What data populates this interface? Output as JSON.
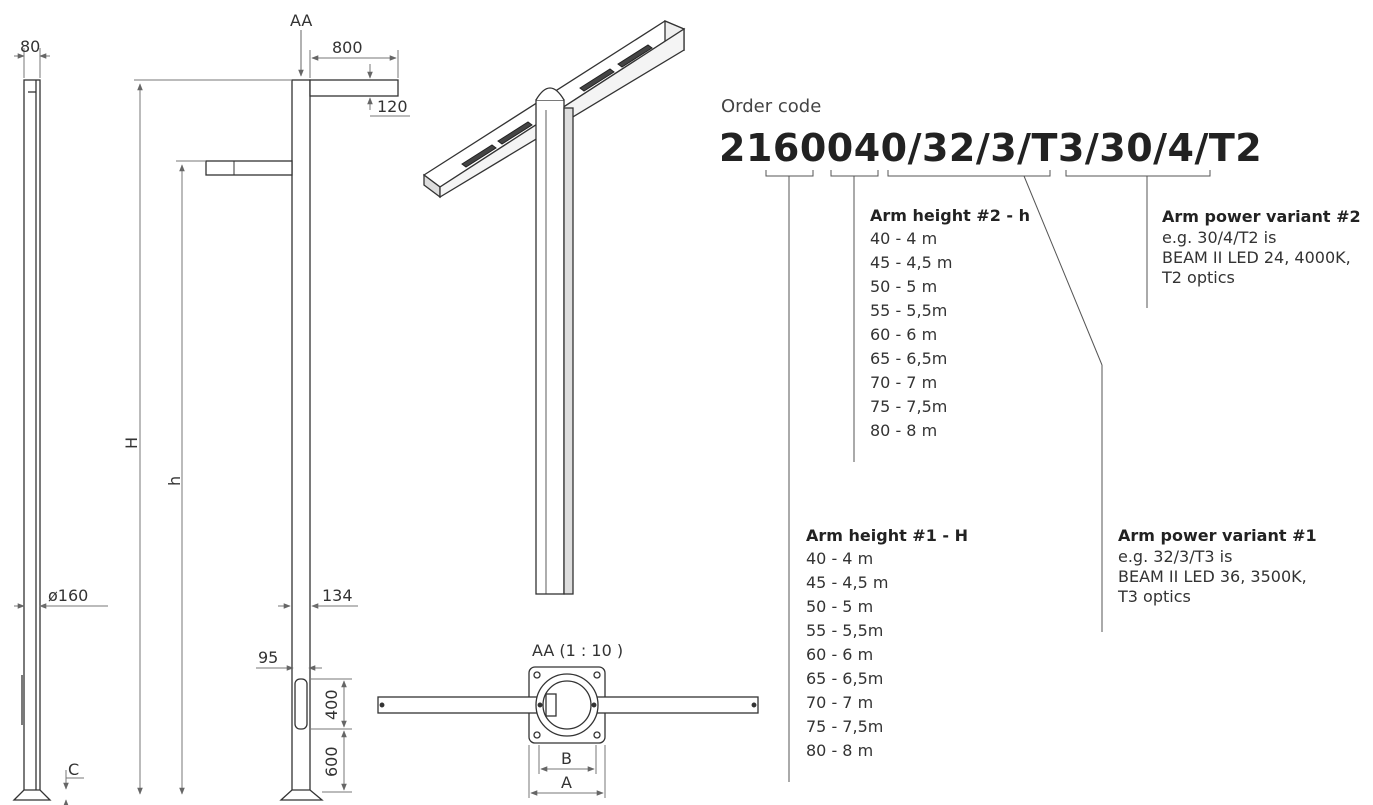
{
  "order": {
    "label": "Order code",
    "code": "2160040/32/3/T3/30/4/T2"
  },
  "dims": {
    "d80": "80",
    "aa": "AA",
    "d800": "800",
    "d120": "120",
    "H": "H",
    "h": "h",
    "dia160": "ø160",
    "d134": "134",
    "d95": "95",
    "d400": "400",
    "d600": "600",
    "C": "C",
    "section": "AA (1 : 10 )",
    "B": "B",
    "A": "A"
  },
  "arm2": {
    "title": "Arm height #2 - h",
    "items": [
      "40 - 4 m",
      "45 - 4,5 m",
      "50 - 5 m",
      "55 - 5,5m",
      "60 - 6 m",
      "65 - 6,5m",
      "70 - 7 m",
      "75 - 7,5m",
      "80 - 8 m"
    ]
  },
  "arm1": {
    "title": "Arm height #1 - H",
    "items": [
      "40 - 4 m",
      "45 - 4,5 m",
      "50 - 5 m",
      "55 - 5,5m",
      "60 - 6 m",
      "65 - 6,5m",
      "70 - 7 m",
      "75 - 7,5m",
      "80 - 8 m"
    ]
  },
  "power2": {
    "title": "Arm power variant #2",
    "lines": [
      "e.g. 30/4/T2 is",
      "BEAM II LED 24, 4000K,",
      "T2 optics"
    ]
  },
  "power1": {
    "title": "Arm power variant #1",
    "lines": [
      "e.g. 32/3/T3 is",
      "BEAM II LED 36, 3500K,",
      "T3 optics"
    ]
  }
}
